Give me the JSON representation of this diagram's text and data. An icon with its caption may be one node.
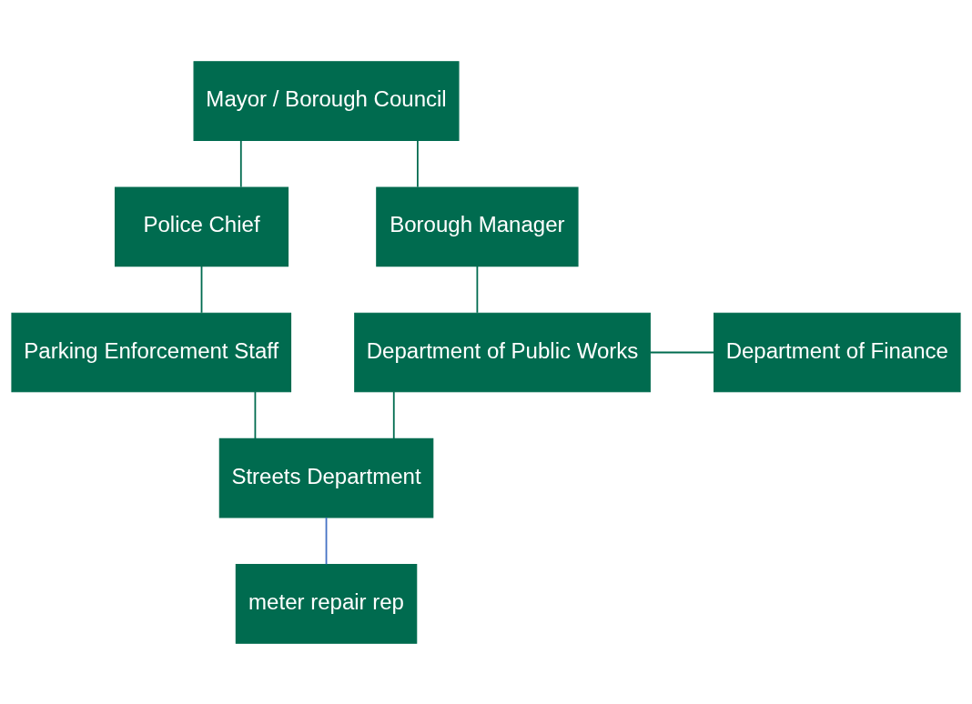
{
  "diagram": {
    "nodes": [
      {
        "text": [
          "Mayor / Borough Council"
        ]
      },
      {
        "text": [
          "Police Chief"
        ]
      },
      {
        "text": [
          "Borough Manager"
        ]
      },
      {
        "text": [
          "Parking Enforcement Staff"
        ]
      },
      {
        "text": [
          "Department of Public Works"
        ]
      },
      {
        "text": [
          "Department of Finance"
        ]
      },
      {
        "text": [
          "Streets Department"
        ]
      },
      {
        "text": [
          "meter repair rep"
        ]
      }
    ],
    "edges": [
      {
        "from": 0,
        "to": 1,
        "arrow": "none"
      },
      {
        "from": 0,
        "to": 2,
        "arrow": "none"
      },
      {
        "from": 1,
        "to": 3,
        "arrow": "none"
      },
      {
        "from": 2,
        "to": 4,
        "arrow": "none"
      },
      {
        "from": 4,
        "to": 5,
        "arrow": "none"
      },
      {
        "from": 3,
        "to": 6,
        "arrow": "none"
      },
      {
        "from": 4,
        "to": 6,
        "arrow": "none"
      },
      {
        "from": 6,
        "to": 7,
        "arrow": "none",
        "color": "#4472c4"
      }
    ]
  }
}
